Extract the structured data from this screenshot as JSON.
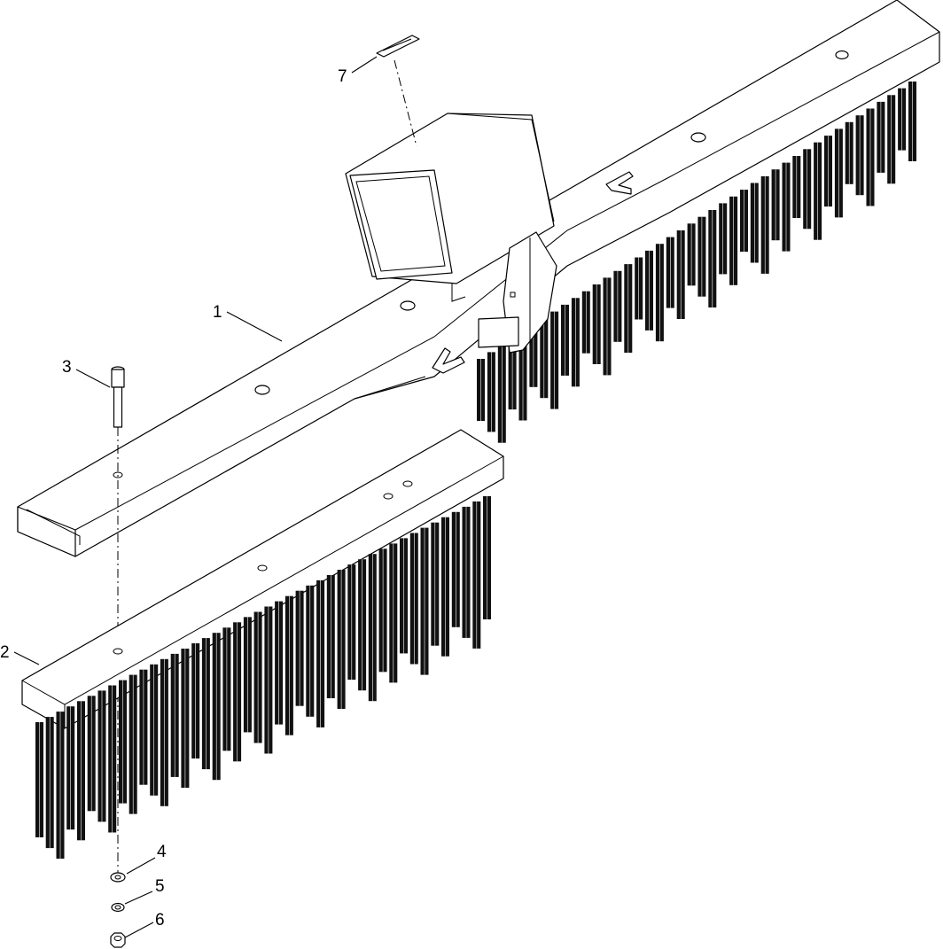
{
  "diagram": {
    "callouts": [
      {
        "id": "c1",
        "label": "1"
      },
      {
        "id": "c2",
        "label": "2"
      },
      {
        "id": "c3",
        "label": "3"
      },
      {
        "id": "c4",
        "label": "4"
      },
      {
        "id": "c5",
        "label": "5"
      },
      {
        "id": "c6",
        "label": "6"
      },
      {
        "id": "c7",
        "label": "7"
      }
    ]
  },
  "colors": {
    "line": "#000000",
    "background": "#ffffff",
    "bristle": "#111111"
  }
}
